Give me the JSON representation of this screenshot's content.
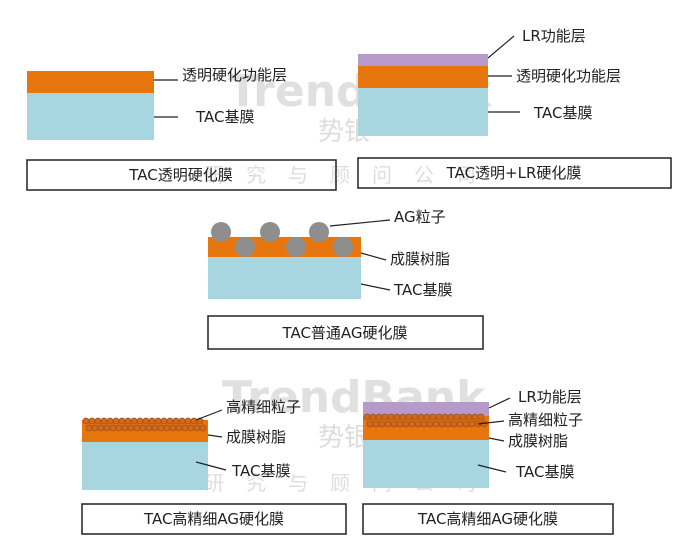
{
  "colors": {
    "tac": "#a8d6e0",
    "functional": "#e8760f",
    "lr": "#b79ac9",
    "ag_particle": "#8e8e8e",
    "outline": "#222222"
  },
  "watermark": {
    "brand": "TrendBank",
    "name_cn": "势银",
    "sub_cn": "研究与顾问公司"
  },
  "panel1": {
    "label_functional": "透明硬化功能层",
    "label_tac": "TAC基膜",
    "caption": "TAC透明硬化膜"
  },
  "panel2": {
    "label_lr": "LR功能层",
    "label_functional": "透明硬化功能层",
    "label_tac": "TAC基膜",
    "caption": "TAC透明+LR硬化膜"
  },
  "panel3": {
    "label_ag": "AG粒子",
    "label_resin": "成膜树脂",
    "label_tac": "TAC基膜",
    "caption": "TAC普通AG硬化膜"
  },
  "panel4": {
    "label_particles": "高精细粒子",
    "label_resin": "成膜树脂",
    "label_tac": "TAC基膜",
    "caption": "TAC高精细AG硬化膜"
  },
  "panel5": {
    "label_lr": "LR功能层",
    "label_particles": "高精细粒子",
    "label_resin": "成膜树脂",
    "label_tac": "TAC基膜",
    "caption": "TAC高精细AG硬化膜"
  }
}
